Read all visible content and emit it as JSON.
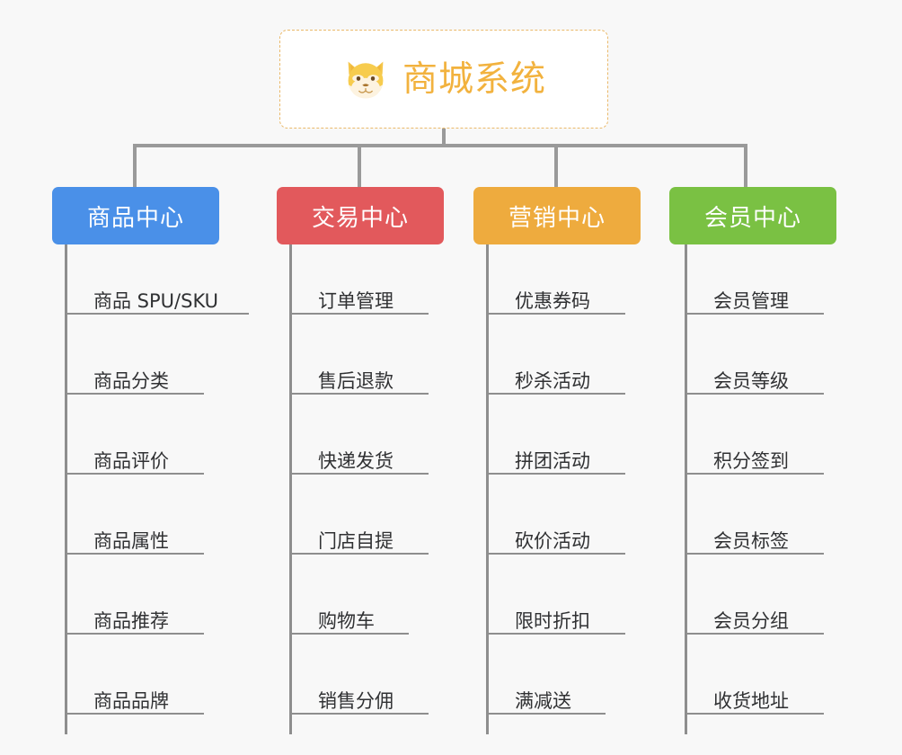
{
  "root": {
    "title": "商城系统",
    "icon": "shiba-dog-icon",
    "accent_color": "#f2b23e",
    "border_color": "#eab96a",
    "background": "#ffffff"
  },
  "canvas": {
    "background": "#f8f8f8",
    "connector_color": "#9a9a9a",
    "rule_color": "#8e8e8e",
    "leaf_text_color": "#303133"
  },
  "columns": [
    {
      "title": "商品中心",
      "color": "#4a90e8",
      "items": [
        "商品 SPU/SKU",
        "商品分类",
        "商品评价",
        "商品属性",
        "商品推荐",
        "商品品牌"
      ]
    },
    {
      "title": "交易中心",
      "color": "#e2595c",
      "items": [
        "订单管理",
        "售后退款",
        "快递发货",
        "门店自提",
        "购物车",
        "销售分佣"
      ]
    },
    {
      "title": "营销中心",
      "color": "#eeab3e",
      "items": [
        "优惠券码",
        "秒杀活动",
        "拼团活动",
        "砍价活动",
        "限时折扣",
        "满减送"
      ]
    },
    {
      "title": "会员中心",
      "color": "#7ac143",
      "items": [
        "会员管理",
        "会员等级",
        "积分签到",
        "会员标签",
        "会员分组",
        "收货地址"
      ]
    }
  ]
}
